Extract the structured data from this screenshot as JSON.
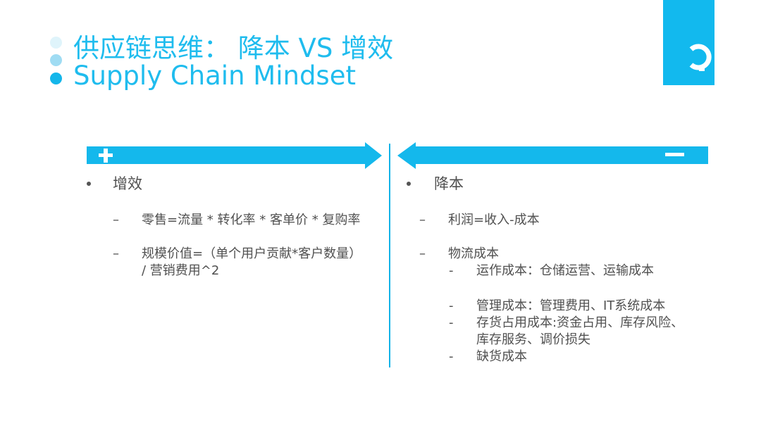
{
  "header": {
    "title_cn": "供应链思维：  降本 VS 增效",
    "title_en": "Supply Chain Mindset",
    "dot_colors": [
      "#dff4fb",
      "#9fdcf3",
      "#14b6ea"
    ]
  },
  "accent_color": "#14b8ec",
  "left_panel": {
    "sign_icon": "plus-icon",
    "heading": "增效",
    "items": [
      {
        "line1": "零售=流量 * 转化率 * 客单价 * 复购率"
      },
      {
        "line1": "规模价值=（单个用户贡献*客户数量）",
        "line2": "/ 营销费用^2"
      }
    ]
  },
  "right_panel": {
    "sign_icon": "minus-icon",
    "heading": "降本",
    "items": [
      {
        "text": "利润=收入-成本"
      },
      {
        "text": "物流成本",
        "subitems": [
          {
            "line1": "运作成本：仓储运营、运输成本"
          },
          {
            "line1": "管理成本：管理费用、IT系统成本"
          },
          {
            "line1": "存货占用成本:资金占用、库存风险、",
            "line2": "库存服务、调价损失"
          },
          {
            "line1": "缺货成本"
          }
        ]
      }
    ]
  }
}
